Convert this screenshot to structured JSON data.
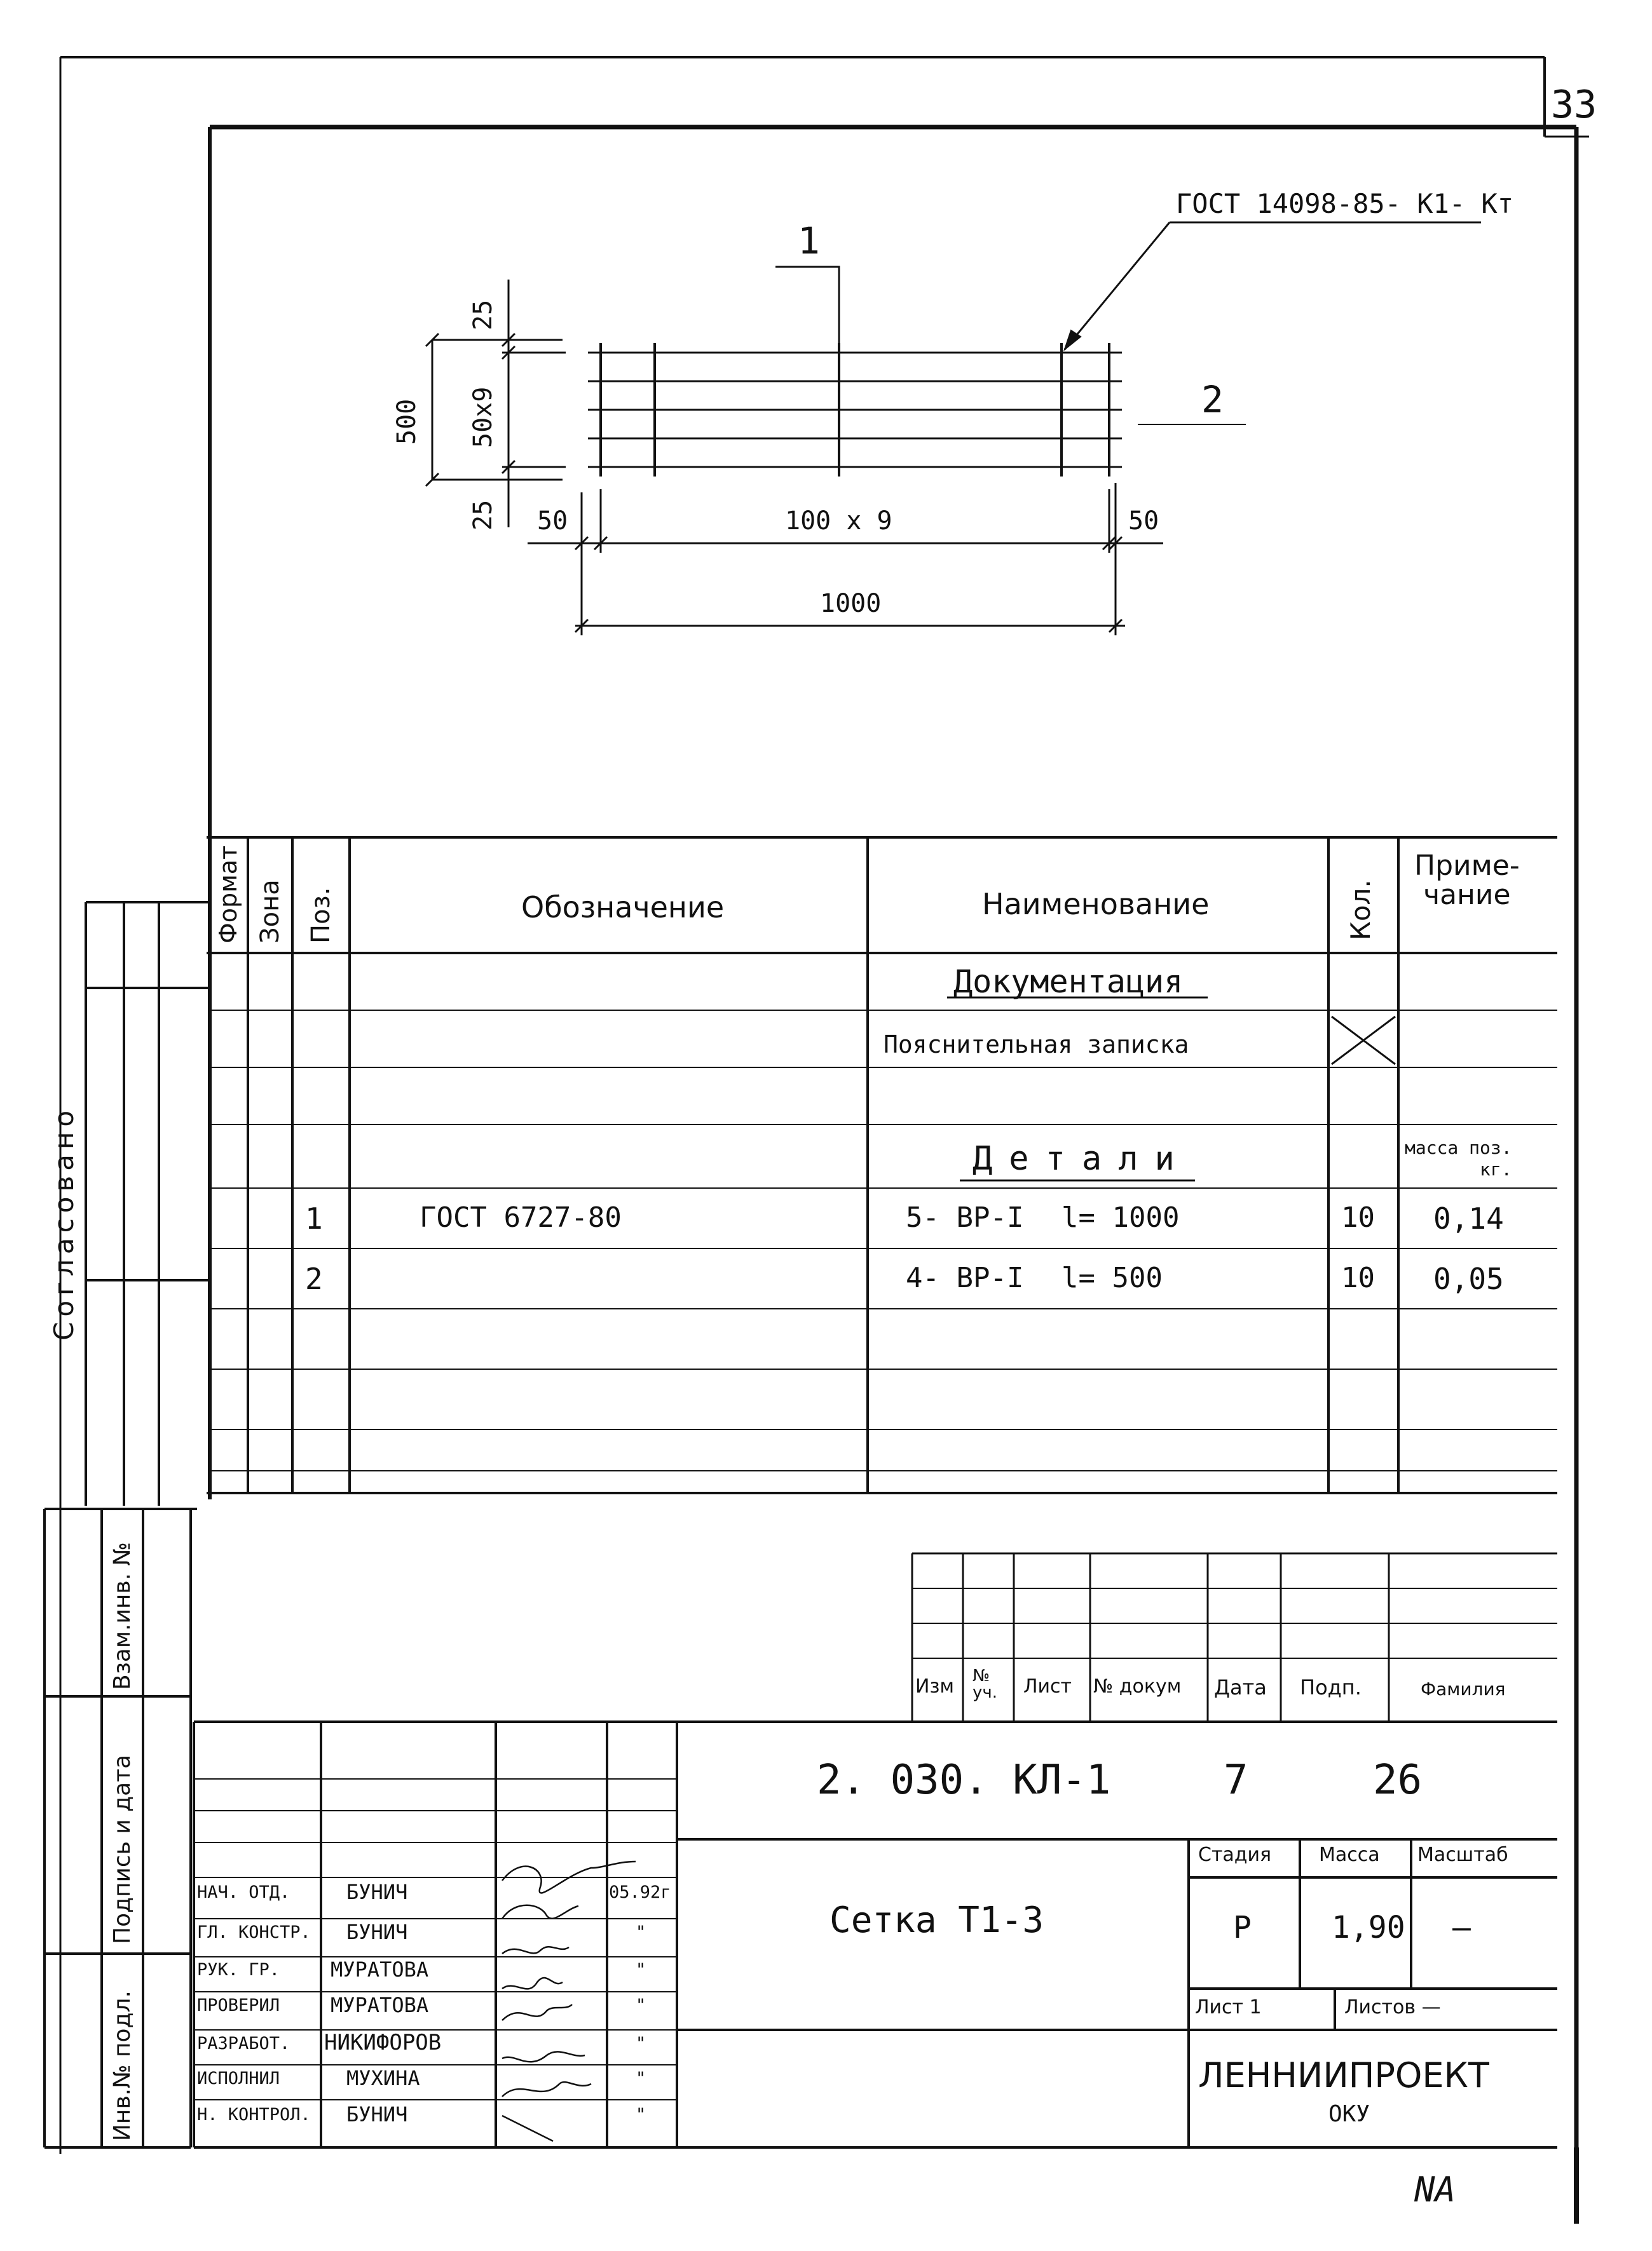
{
  "sheet": {
    "number": "33",
    "footnote": "NA"
  },
  "drawing": {
    "gost_leader": "ГОСТ 14098-85- К1- Кт",
    "pos1": "1",
    "pos2": "2",
    "dim_top_offset": "25",
    "dim_bottom_offset": "25",
    "dim_inner_vertical": "50x9",
    "dim_total_vertical": "500",
    "dim_left_offset": "50",
    "dim_right_offset": "50",
    "dim_inner_horizontal": "100 x 9",
    "dim_total_horizontal": "1000"
  },
  "spec_table": {
    "headers": {
      "format": "Формат",
      "zone": "Зона",
      "pos": "Поз.",
      "designation": "Обозначение",
      "name": "Наименование",
      "qty": "Кол.",
      "note": "Приме-\nчание"
    },
    "section_docs": "Документация",
    "docs_row": "Пояснительная записка",
    "section_parts": "Детали",
    "note_mass": "масса поз.\nкг.",
    "rows": [
      {
        "pos": "1",
        "designation": "ГОСТ 6727-80",
        "name_a": "5- ВР-I",
        "name_b": "l= 1000",
        "qty": "10",
        "note": "0,14"
      },
      {
        "pos": "2",
        "designation": "",
        "name_a": "4- ВР-I",
        "name_b": "l= 500",
        "qty": "10",
        "note": "0,05"
      }
    ]
  },
  "left_strip": {
    "agreed": "Согласовано",
    "zam_inv": "Взам.инв. №",
    "sign_date": "Подпись и дата",
    "inv_podl": "Инв.№ подл."
  },
  "title_block": {
    "rev_headers": [
      "Изм",
      "№ уч.",
      "Лист",
      "№ докум",
      "Дата",
      "Подп.",
      "Фамилия"
    ],
    "code": "2. 030. КЛ-1",
    "code_num1": "7",
    "code_num2": "26",
    "title": "Сетка Т1-3",
    "stage_label": "Стадия",
    "mass_label": "Масса",
    "scale_label": "Масштаб",
    "stage": "Р",
    "mass": "1,90",
    "scale": "—",
    "sheet_label": "Лист 1",
    "sheets_label": "Листов —",
    "org": "ЛЕННИИПРОЕКТ",
    "dept": "ОКУ",
    "signatures": [
      {
        "role": "НАЧ. ОТД.",
        "name": "БУНИЧ",
        "date": "05.92г"
      },
      {
        "role": "ГЛ. КОНСТР.",
        "name": "БУНИЧ",
        "date": "\""
      },
      {
        "role": "РУК. ГР.",
        "name": "МУРАТОВА",
        "date": "\""
      },
      {
        "role": "ПРОВЕРИЛ",
        "name": "МУРАТОВА",
        "date": "\""
      },
      {
        "role": "РАЗРАБОТ.",
        "name": "НИКИФОРОВ",
        "date": "\""
      },
      {
        "role": "ИСПОЛНИЛ",
        "name": "МУХИНА",
        "date": "\""
      },
      {
        "role": "Н. КОНТРОЛ.",
        "name": "БУНИЧ",
        "date": "\""
      }
    ]
  }
}
